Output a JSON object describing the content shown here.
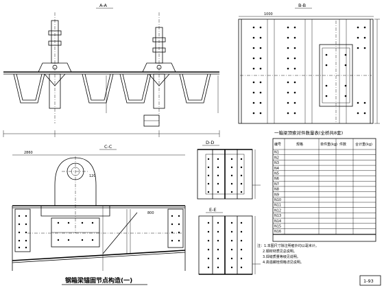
{
  "sections": {
    "aa": "A-A",
    "bb": "B-B",
    "cc": "C-C",
    "dd": "D-D",
    "ee": "E-E"
  },
  "dims": {
    "top_right": "1000",
    "cc_top": "2860",
    "cc_mid": "800",
    "cc_r": "120"
  },
  "table": {
    "title": "一箱梁顶索对件数量表(全桥共8套)",
    "headers": [
      "编号",
      "规格",
      "单件重(kg)",
      "件数",
      "合计重(kg)"
    ],
    "row_ids": [
      "N1",
      "N2",
      "N3",
      "N4",
      "N5",
      "N6",
      "N7",
      "N8",
      "N9",
      "N10",
      "N11",
      "N12",
      "N13",
      "N14",
      "N15",
      "N16"
    ]
  },
  "notes": {
    "lines": [
      "注：1.本图尺寸除注明者外均以毫米计。",
      "2.钢材材质见总说明。",
      "3.焊缝质量等级见说明。",
      "4.高强螺栓规格详见说明。"
    ]
  },
  "drawing_title": "钢箱梁锚固节点构造(一)",
  "page_number": "1-93"
}
